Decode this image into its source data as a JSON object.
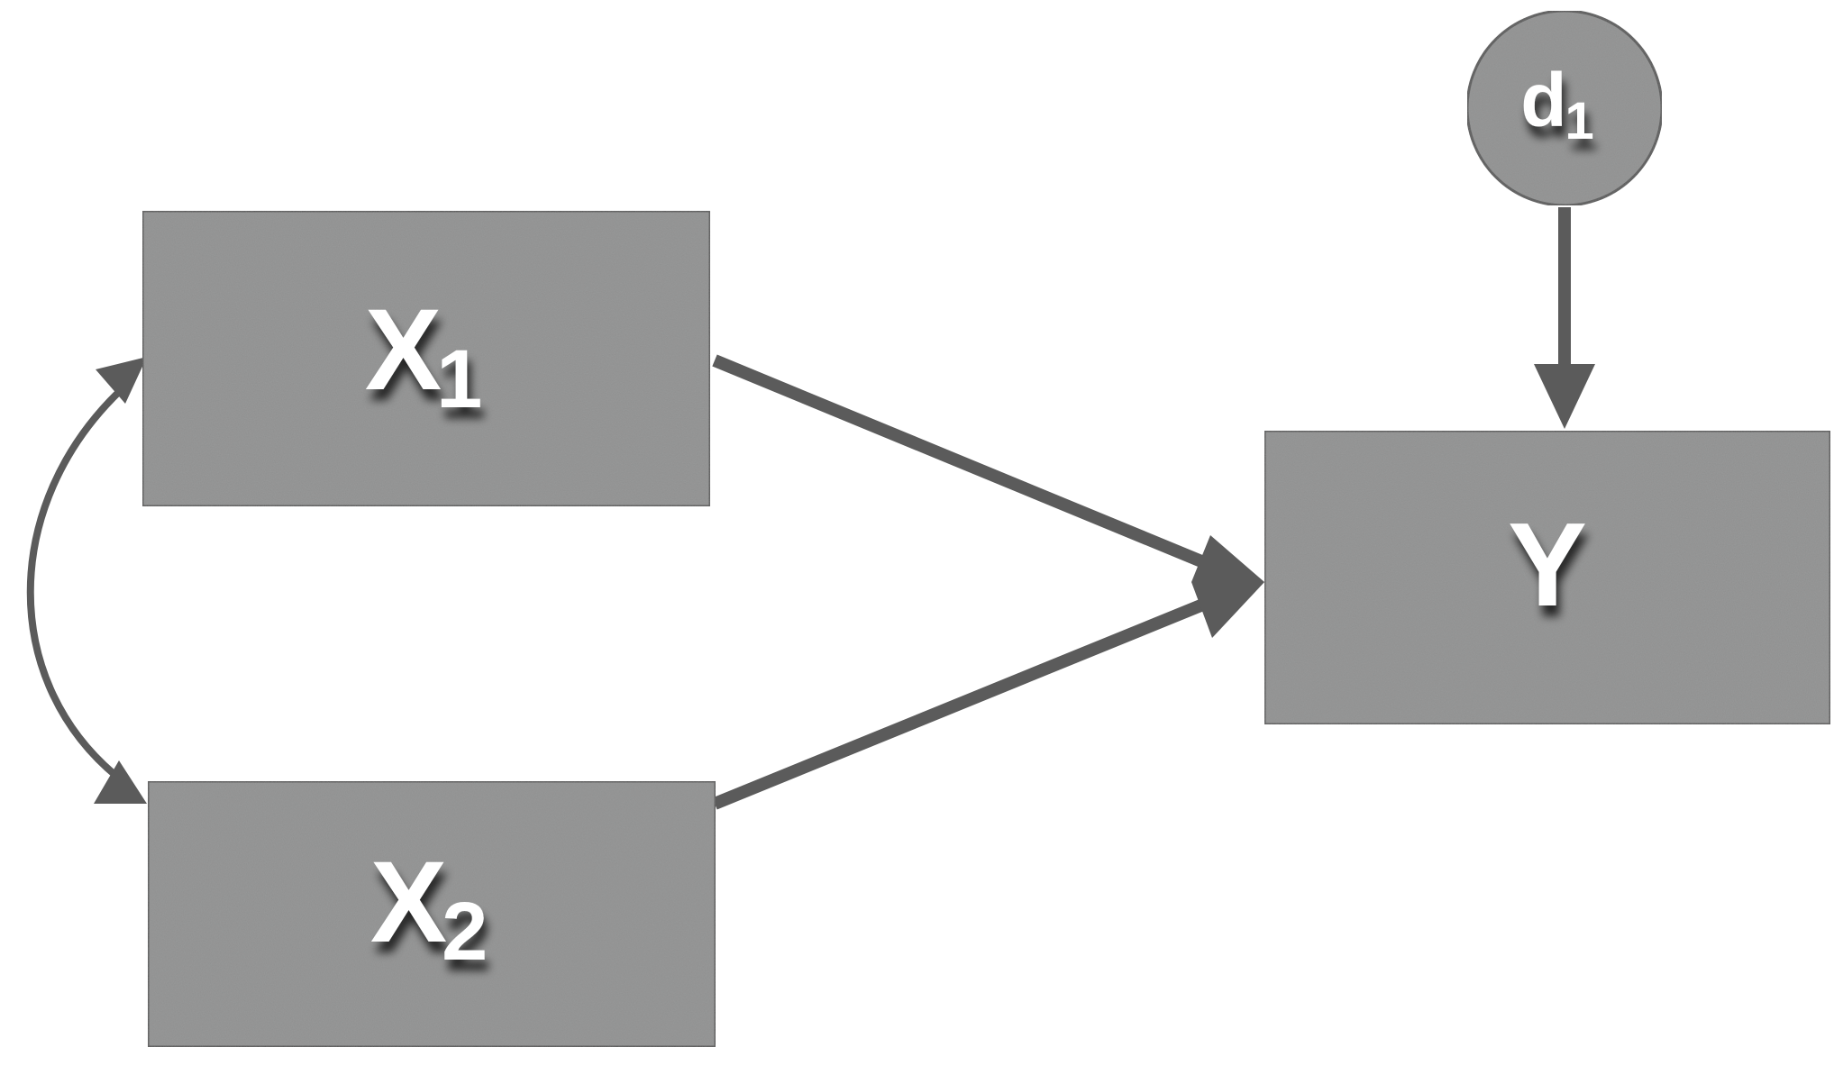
{
  "colors": {
    "node_fill": "#8e8f8f",
    "node_border": "#555555",
    "arrow": "#5b5b5b",
    "label": "#ffffff",
    "background": "#ffffff"
  },
  "nodes": {
    "x1": {
      "main": "X",
      "sub": "1"
    },
    "x2": {
      "main": "X",
      "sub": "2"
    },
    "y": {
      "main": "Y"
    },
    "d1": {
      "main": "d",
      "sub": "1"
    }
  }
}
